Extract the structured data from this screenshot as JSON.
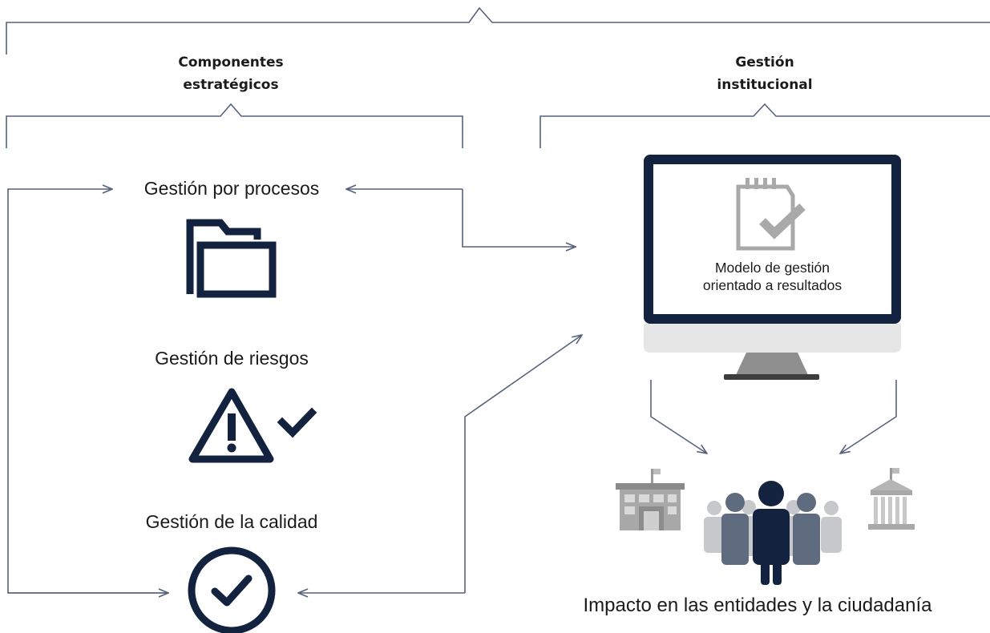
{
  "headers": {
    "components": [
      "Componentes",
      "estratégicos"
    ],
    "institutional": [
      "Gestión",
      "institucional"
    ]
  },
  "components": [
    {
      "label": "Gestión por procesos",
      "icon": "folder-icon"
    },
    {
      "label": "Gestión de riesgos",
      "icon": "warning-check-icon"
    },
    {
      "label": "Gestión de la calidad",
      "icon": "circle-check-icon"
    }
  ],
  "model": {
    "lines": [
      "Modelo de gestión",
      "orientado a resultados"
    ],
    "icon": "checklist-notepad-icon"
  },
  "impact": {
    "label": "Impacto en las entidades y la ciudadanía",
    "icons": [
      "office-building-icon",
      "people-group-icon",
      "government-building-icon"
    ]
  },
  "colors": {
    "navy": "#13233f",
    "line": "#55627a",
    "gray": "#8c8c8c",
    "light_gray": "#e5e5e5"
  }
}
